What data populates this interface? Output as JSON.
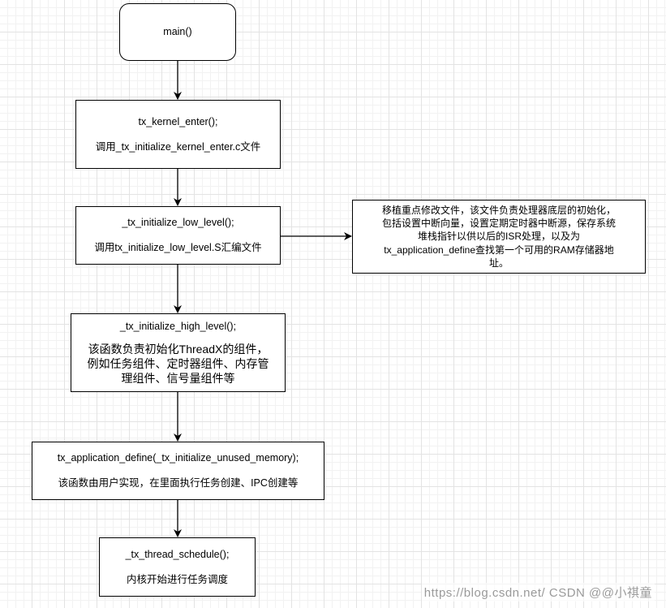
{
  "nodes": {
    "main": {
      "text": "main()"
    },
    "kernel_enter": {
      "line1": "tx_kernel_enter();",
      "line2": "调用_tx_initialize_kernel_enter.c文件"
    },
    "low_level": {
      "line1": "_tx_initialize_low_level();",
      "line2": "调用tx_initialize_low_level.S汇编文件"
    },
    "low_level_note": {
      "line1": "移植重点修改文件，该文件负责处理器底层的初始化，",
      "line2": "包括设置中断向量，设置定期定时器中断源，保存系统",
      "line3": "堆栈指针以供以后的ISR处理，以及为",
      "line4": "tx_application_define查找第一个可用的RAM存储器地",
      "line5": "址。"
    },
    "high_level": {
      "line1": "_tx_initialize_high_level();",
      "line2": "该函数负责初始化ThreadX的组件，",
      "line3": "例如任务组件、定时器组件、内存管",
      "line4": "理组件、信号量组件等"
    },
    "application_define": {
      "line1": "tx_application_define(_tx_initialize_unused_memory);",
      "line2": "该函数由用户实现，在里面执行任务创建、IPC创建等"
    },
    "thread_schedule": {
      "line1": "_tx_thread_schedule();",
      "line2": "内核开始进行任务调度"
    }
  },
  "watermark": "https://blog.csdn.net/ CSDN @@小祺童",
  "colors": {
    "stroke": "#000000",
    "grid": "#e3e3e3",
    "watermark": "#9a9a9a"
  }
}
